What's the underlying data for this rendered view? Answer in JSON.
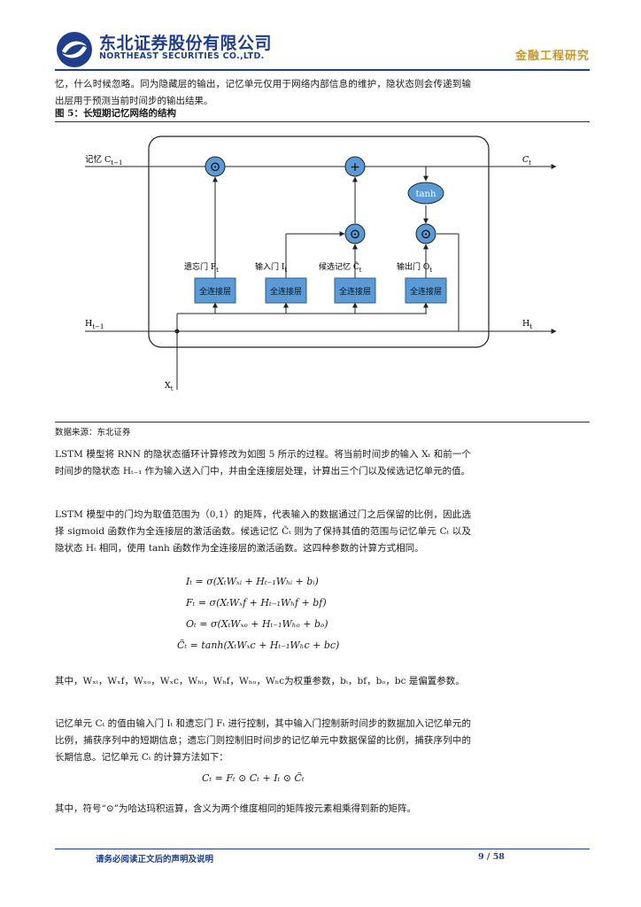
{
  "header": {
    "company_cn": "东北证券股份有限公司",
    "company_en": "NORTHEAST SECURITIES CO.,LTD.",
    "department": "金融工程研究",
    "brand_color": "#1f3f8c",
    "dept_color": "#c8962b"
  },
  "intro_paragraph": "忆，什么时候忽略。同为隐藏层的输出，记忆单元仅用于网络内部信息的维护，隐状态则会传递到输出层用于预测当前时间步的输出结果。",
  "figure": {
    "title": "图 5：长短期记忆网络的结构",
    "source": "数据来源：东北证券",
    "labels": {
      "memory_in": "记忆 C",
      "memory_in_sub": "t−1",
      "memory_out": "C",
      "memory_out_sub": "t",
      "hidden_in": "H",
      "hidden_in_sub": "t−1",
      "hidden_out": "H",
      "hidden_out_sub": "t",
      "input_x": "X",
      "input_x_sub": "t",
      "forget_gate": "遗忘门 F",
      "forget_sub": "t",
      "input_gate": "输入门 I",
      "input_sub": "t",
      "candidate": "候选记忆 C̃",
      "candidate_sub": "t",
      "output_gate": "输出门 O",
      "output_sub": "t",
      "fc_layer": "全连接层",
      "tanh": "tanh",
      "plus": "+",
      "odot": "⊙"
    },
    "node_color": "#5b9bd5"
  },
  "para2": "LSTM 模型将 RNN 的隐状态循环计算修改为如图 5 所示的过程。将当前时间步的输入 Xₜ 和前一个时间步的隐状态 Hₜ₋₁ 作为输入送入门中，并由全连接层处理，计算出三个门以及候选记忆单元的值。",
  "para3": "LSTM 模型中的门均为取值范围为（0,1）的矩阵，代表输入的数据通过门之后保留的比例，因此选择 sigmoid 函数作为全连接层的激活函数。候选记忆 C̃ₜ 则为了保持其值的范围与记忆单元 Cₜ 以及隐状态 Hₜ 相同，使用 tanh 函数作为全连接层的激活函数。这四种参数的计算方式相同。",
  "equations": [
    "Iₜ = σ(XₜWₓᵢ + Hₜ₋₁Wₕᵢ + bᵢ)",
    "Fₜ = σ(XₜWₓf + Hₜ₋₁Wₕf + bf)",
    "Oₜ = σ(XₜWₓₒ + Hₜ₋₁Wₕₒ + bₒ)",
    "C̃ₜ = tanh(XₜWₓc + Hₜ₋₁Wₕc + bc)"
  ],
  "para4": "其中，Wₓᵢ，Wₓf，Wₓₒ，Wₓc，Wₕᵢ，Wₕf，Wₕₒ，Wₕc为权重参数，bᵢ，bf，bₒ，bc 是偏置参数。",
  "para5": "记忆单元 Cₜ 的值由输入门 Iₜ 和遗忘门 Fₜ 进行控制，其中输入门控制新时间步的数据加入记忆单元的比例，捕获序列中的短期信息；遗忘门则控制旧时间步的记忆单元中数据保留的比例，捕获序列中的长期信息。记忆单元 Cₜ 的计算方法如下：",
  "equation_c": "Cₜ = Fₜ ⊙ Cₜ + Iₜ ⊙ C̃ₜ",
  "para6": "其中，符号“⊙”为哈达玛积运算，含义为两个维度相同的矩阵按元素相乘得到新的矩阵。",
  "footer": {
    "disclaimer": "请务必阅读正文后的声明及说明",
    "page": "9 / 58"
  }
}
